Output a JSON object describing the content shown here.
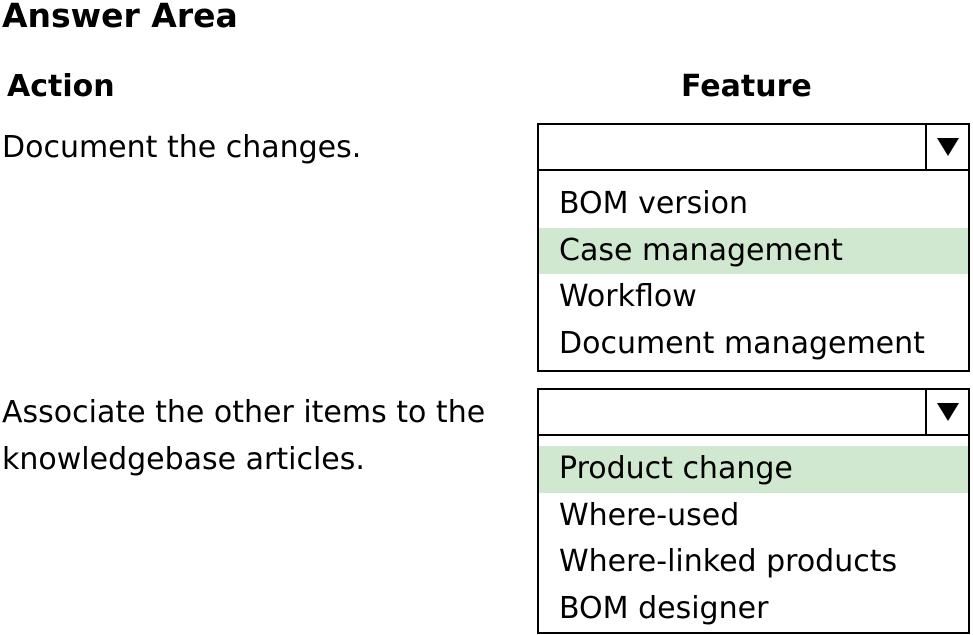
{
  "title": "Answer Area",
  "columns": {
    "action": "Action",
    "feature": "Feature"
  },
  "rows": [
    {
      "action": "Document the changes.",
      "options": [
        "BOM version",
        "Case management",
        "Workflow",
        "Document management"
      ],
      "selected_index": 1
    },
    {
      "action": "Associate the other items to the knowledgebase articles.",
      "options": [
        "Product change",
        "Where-used",
        "Where-linked products",
        "BOM designer"
      ],
      "selected_index": 0
    }
  ],
  "colors": {
    "selected_highlight": "#cfe8cf",
    "border": "#000000"
  },
  "icons": {
    "dropdown_arrow": "triangle-down-icon"
  }
}
